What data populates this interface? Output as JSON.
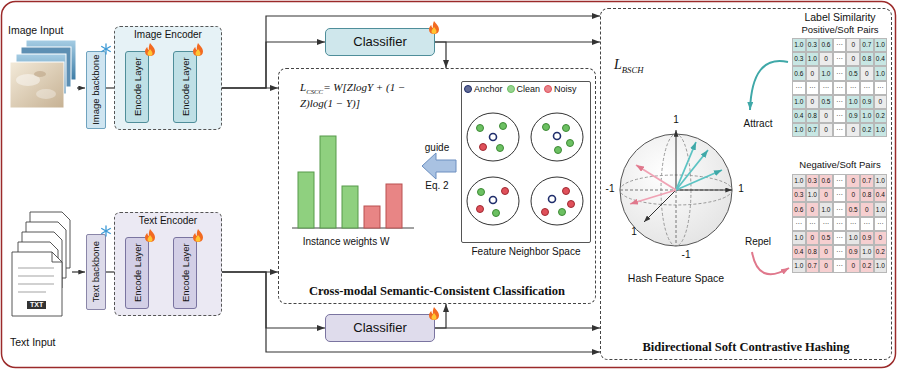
{
  "diagram": {
    "nodes": [
      {
        "text": [
          "Image backbone"
        ]
      },
      {
        "text": [
          "Image Encoder"
        ]
      },
      {
        "text": [
          "Encode Layer"
        ],
        "in": 1
      },
      {
        "text": [
          "Encode Layer"
        ],
        "in": 1
      },
      {
        "text": [
          "Text backbone"
        ]
      },
      {
        "text": [
          "Text Encoder"
        ]
      },
      {
        "text": [
          "Encode Layer"
        ],
        "in": 5
      },
      {
        "text": [
          "Encode Layer"
        ],
        "in": 5
      },
      {
        "text": [
          "Classifier"
        ]
      },
      {
        "text": [
          "Classifier"
        ]
      },
      {
        "text": [
          "Cross-modal Semantic-Consistent Classification"
        ]
      },
      {
        "text": [
          "Feature Neighbor Space"
        ],
        "in": 10
      },
      {
        "text": [
          "Bidirectional Soft Contrastive Hashing"
        ]
      }
    ],
    "edges": [
      {
        "from": 0,
        "to": 2,
        "arrow": "to"
      },
      {
        "from": 2,
        "to": 3,
        "arrow": "to"
      },
      {
        "from": 1,
        "to": 8,
        "arrow": "to"
      },
      {
        "from": 1,
        "to": 10,
        "arrow": "to"
      },
      {
        "from": 1,
        "to": 12,
        "arrow": "to"
      },
      {
        "from": 8,
        "to": 10,
        "arrow": "to"
      },
      {
        "from": 8,
        "to": 12,
        "arrow": "to"
      },
      {
        "from": 4,
        "to": 6,
        "arrow": "to"
      },
      {
        "from": 6,
        "to": 7,
        "arrow": "to"
      },
      {
        "from": 5,
        "to": 9,
        "arrow": "to"
      },
      {
        "from": 5,
        "to": 10,
        "arrow": "to"
      },
      {
        "from": 5,
        "to": 12,
        "arrow": "to"
      },
      {
        "from": 9,
        "to": 10,
        "arrow": "to"
      },
      {
        "from": 9,
        "to": 12,
        "arrow": "to"
      }
    ],
    "labels": [
      "Image Input",
      "Text Input",
      "TXT",
      "L",
      "CSCC",
      "= W[ZlogY + (1 − Z)log(1 − Y)]",
      "Instance weights W",
      "guide",
      "Eq. 2",
      "L",
      "BSCH",
      "1",
      "-1",
      "1",
      "-1",
      "1",
      "Hash Feature Space",
      "Attract",
      "Repel",
      "Label Similarity",
      "Positive/Soft Pairs",
      "Negative/Soft Pairs",
      "1.0",
      "0.3",
      "0.6",
      "···",
      "0",
      "0.7",
      "1.0",
      "0.3",
      "1.0",
      "0",
      "···",
      "0",
      "0.8",
      "0.4",
      "0.6",
      "0",
      "1.0",
      "···",
      "0.5",
      "0",
      "1.0",
      "···",
      "···",
      "···",
      "···",
      "···",
      "···",
      "···",
      "1.0",
      "0",
      "0.5",
      "···",
      "1.0",
      "0.9",
      "0",
      "0.4",
      "0.8",
      "0",
      "···",
      "0.9",
      "1.0",
      "0.2",
      "1.0",
      "0.7",
      "0",
      "···",
      "0",
      "0.2",
      "1.0",
      "1.0",
      "0.3",
      "0.6",
      "···",
      "0",
      "0.7",
      "1.0",
      "0.3",
      "1.0",
      "0",
      "···",
      "0",
      "0.8",
      "0.4",
      "0.6",
      "0",
      "1.0",
      "···",
      "0.5",
      "0",
      "1.0",
      "···",
      "···",
      "···",
      "···",
      "···",
      "···",
      "···",
      "1.0",
      "0",
      "0.5",
      "···",
      "1.0",
      "0.9",
      "0",
      "0.4",
      "0.8",
      "0",
      "···",
      "0.9",
      "1.0",
      "0.2",
      "1.0",
      "0.7",
      "0",
      "···",
      "0",
      "0.2",
      "1.0"
    ],
    "legend": [
      {
        "text": "Anchor",
        "color": "#1f2d6b"
      },
      {
        "text": "Clean",
        "color": "#6cc062"
      },
      {
        "text": "Noisy",
        "color": "#e0505a"
      }
    ]
  }
}
